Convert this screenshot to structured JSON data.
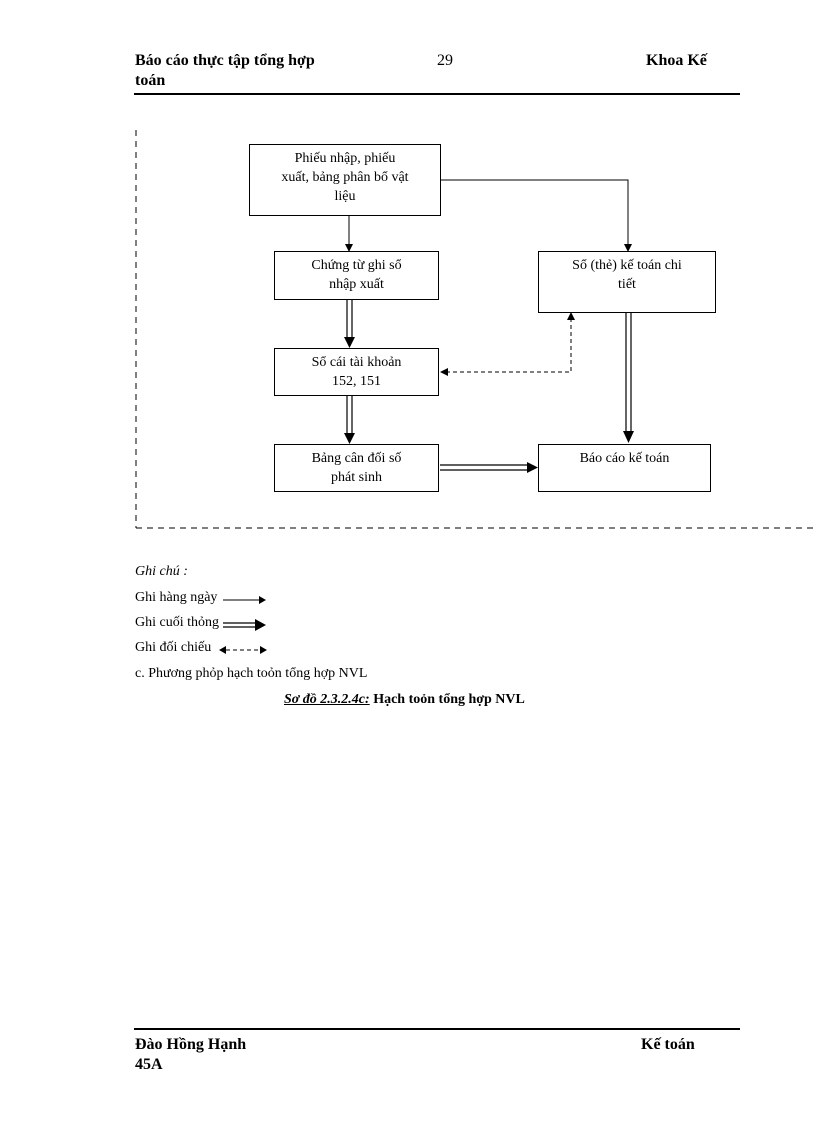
{
  "header": {
    "title_line1": "Báo cáo thực tập tổng hợp",
    "title_line2": "toán",
    "page_number": "29",
    "department": "Khoa Kế"
  },
  "diagram": {
    "box_source_line1": "Phiếu nhập,  phiếu",
    "box_source_line2": "xuất,  bảng phân bổ vật",
    "box_source_line3": "liệu",
    "box_voucher_line1": "Chứng từ ghi sổ",
    "box_voucher_line2": "nhập xuất",
    "box_detail_line1": "Sổ (thẻ) kế toán chi",
    "box_detail_line2": "tiết",
    "box_ledger_line1": "Sổ cái tài khoản",
    "box_ledger_line2": "152, 151",
    "box_balance_line1": "Bảng cân đối số",
    "box_balance_line2": "phát sinh",
    "box_report": "Báo cáo kế toán"
  },
  "legend": {
    "heading": "Ghi chú :",
    "daily": "Ghi hàng ngày",
    "end_period": "Ghi cuối thỏng",
    "reconcile": "Ghi đối chiếu"
  },
  "section_text": "c. Phương phỏp hạch toỏn tổng hợp NVL",
  "caption": {
    "label": "Sơ đồ 2.3.2.4c:",
    "text": " Hạch toỏn tổng hợp NVL"
  },
  "footer": {
    "author_line1": "Đào Hồng Hạnh",
    "author_line2": "45A",
    "major": "Kế toán"
  }
}
